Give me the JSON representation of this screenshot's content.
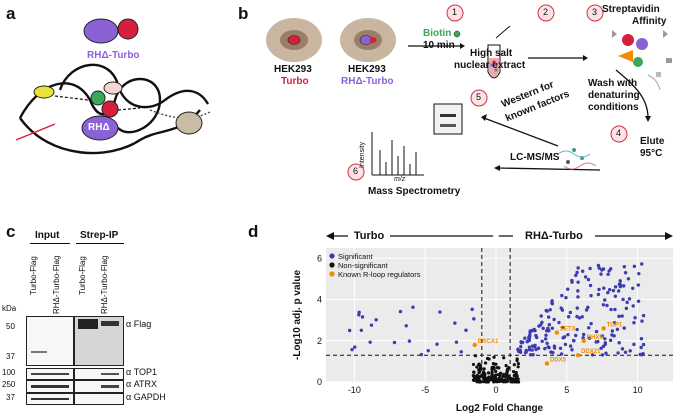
{
  "panels": {
    "a": "a",
    "b": "b",
    "c": "c",
    "d": "d"
  },
  "panel_a": {
    "construct_label": "RHΔ-Turbo",
    "rh_label": "RHΔ"
  },
  "panel_b": {
    "steps": [
      "1",
      "2",
      "3",
      "4",
      "5",
      "6"
    ],
    "cell_turbo_name": "HEK293",
    "cell_turbo_sub": "Turbo",
    "cell_rh_name": "HEK293",
    "cell_rh_sub": "RHΔ-Turbo",
    "biotin": "Biotin",
    "time": "10 min",
    "extract_1": "High salt",
    "extract_2": "nuclear extract",
    "affinity_1": "Streptavidin",
    "affinity_2": "Affinity",
    "wash_1": "Wash with",
    "wash_2": "denaturing",
    "wash_3": "conditions",
    "elute_1": "Elute",
    "elute_2": "95°C",
    "western_1": "Western for",
    "western_2": "known factors",
    "lcms": "LC-MS/MS",
    "ms": "Mass Spectrometry",
    "intensity": "Intensity",
    "mz": "m/z"
  },
  "panel_c": {
    "input_header": "Input",
    "strep_header": "Strep-IP",
    "lanes": [
      "Turbo-Flag",
      "RHΔ-Turbo-Flag",
      "Turbo-Flag",
      "RHΔ-Turbo-Flag"
    ],
    "kda": "kDa",
    "markers": [
      "50",
      "37",
      "100",
      "250",
      "37"
    ],
    "antibodies": [
      "α Flag",
      "α TOP1",
      "α ATRX",
      "α GAPDH"
    ]
  },
  "chart_data": {
    "type": "scatter",
    "title": "",
    "xlabel": "Log2 Fold Change",
    "ylabel": "-Log10 adj. p value",
    "xlim": [
      -12,
      12.5
    ],
    "ylim": [
      0,
      6.5
    ],
    "xticks": [
      "-10",
      "-5",
      "0",
      "5",
      "10"
    ],
    "yticks": [
      "0",
      "2",
      "4",
      "6"
    ],
    "grid": true,
    "header_left": "Turbo",
    "header_right": "RHΔ-Turbo",
    "legend": [
      "Significant",
      "Non-significant",
      "Known R-loop regulators"
    ],
    "legend_position": "top-left",
    "colors": {
      "significant": "#3b3bb3",
      "nonsignificant": "#111111",
      "known": "#f08c00"
    },
    "labelled_points": [
      {
        "label": "BRCA1",
        "x": -1.5,
        "y": 1.8
      },
      {
        "label": "DDX21",
        "x": 5.8,
        "y": 1.3
      },
      {
        "label": "DDX5",
        "x": 3.6,
        "y": 0.9
      },
      {
        "label": "DHX9",
        "x": 6.2,
        "y": 2.0
      },
      {
        "label": "TOP1",
        "x": 7.6,
        "y": 2.6
      },
      {
        "label": "SETX",
        "x": 4.3,
        "y": 2.4
      }
    ]
  }
}
